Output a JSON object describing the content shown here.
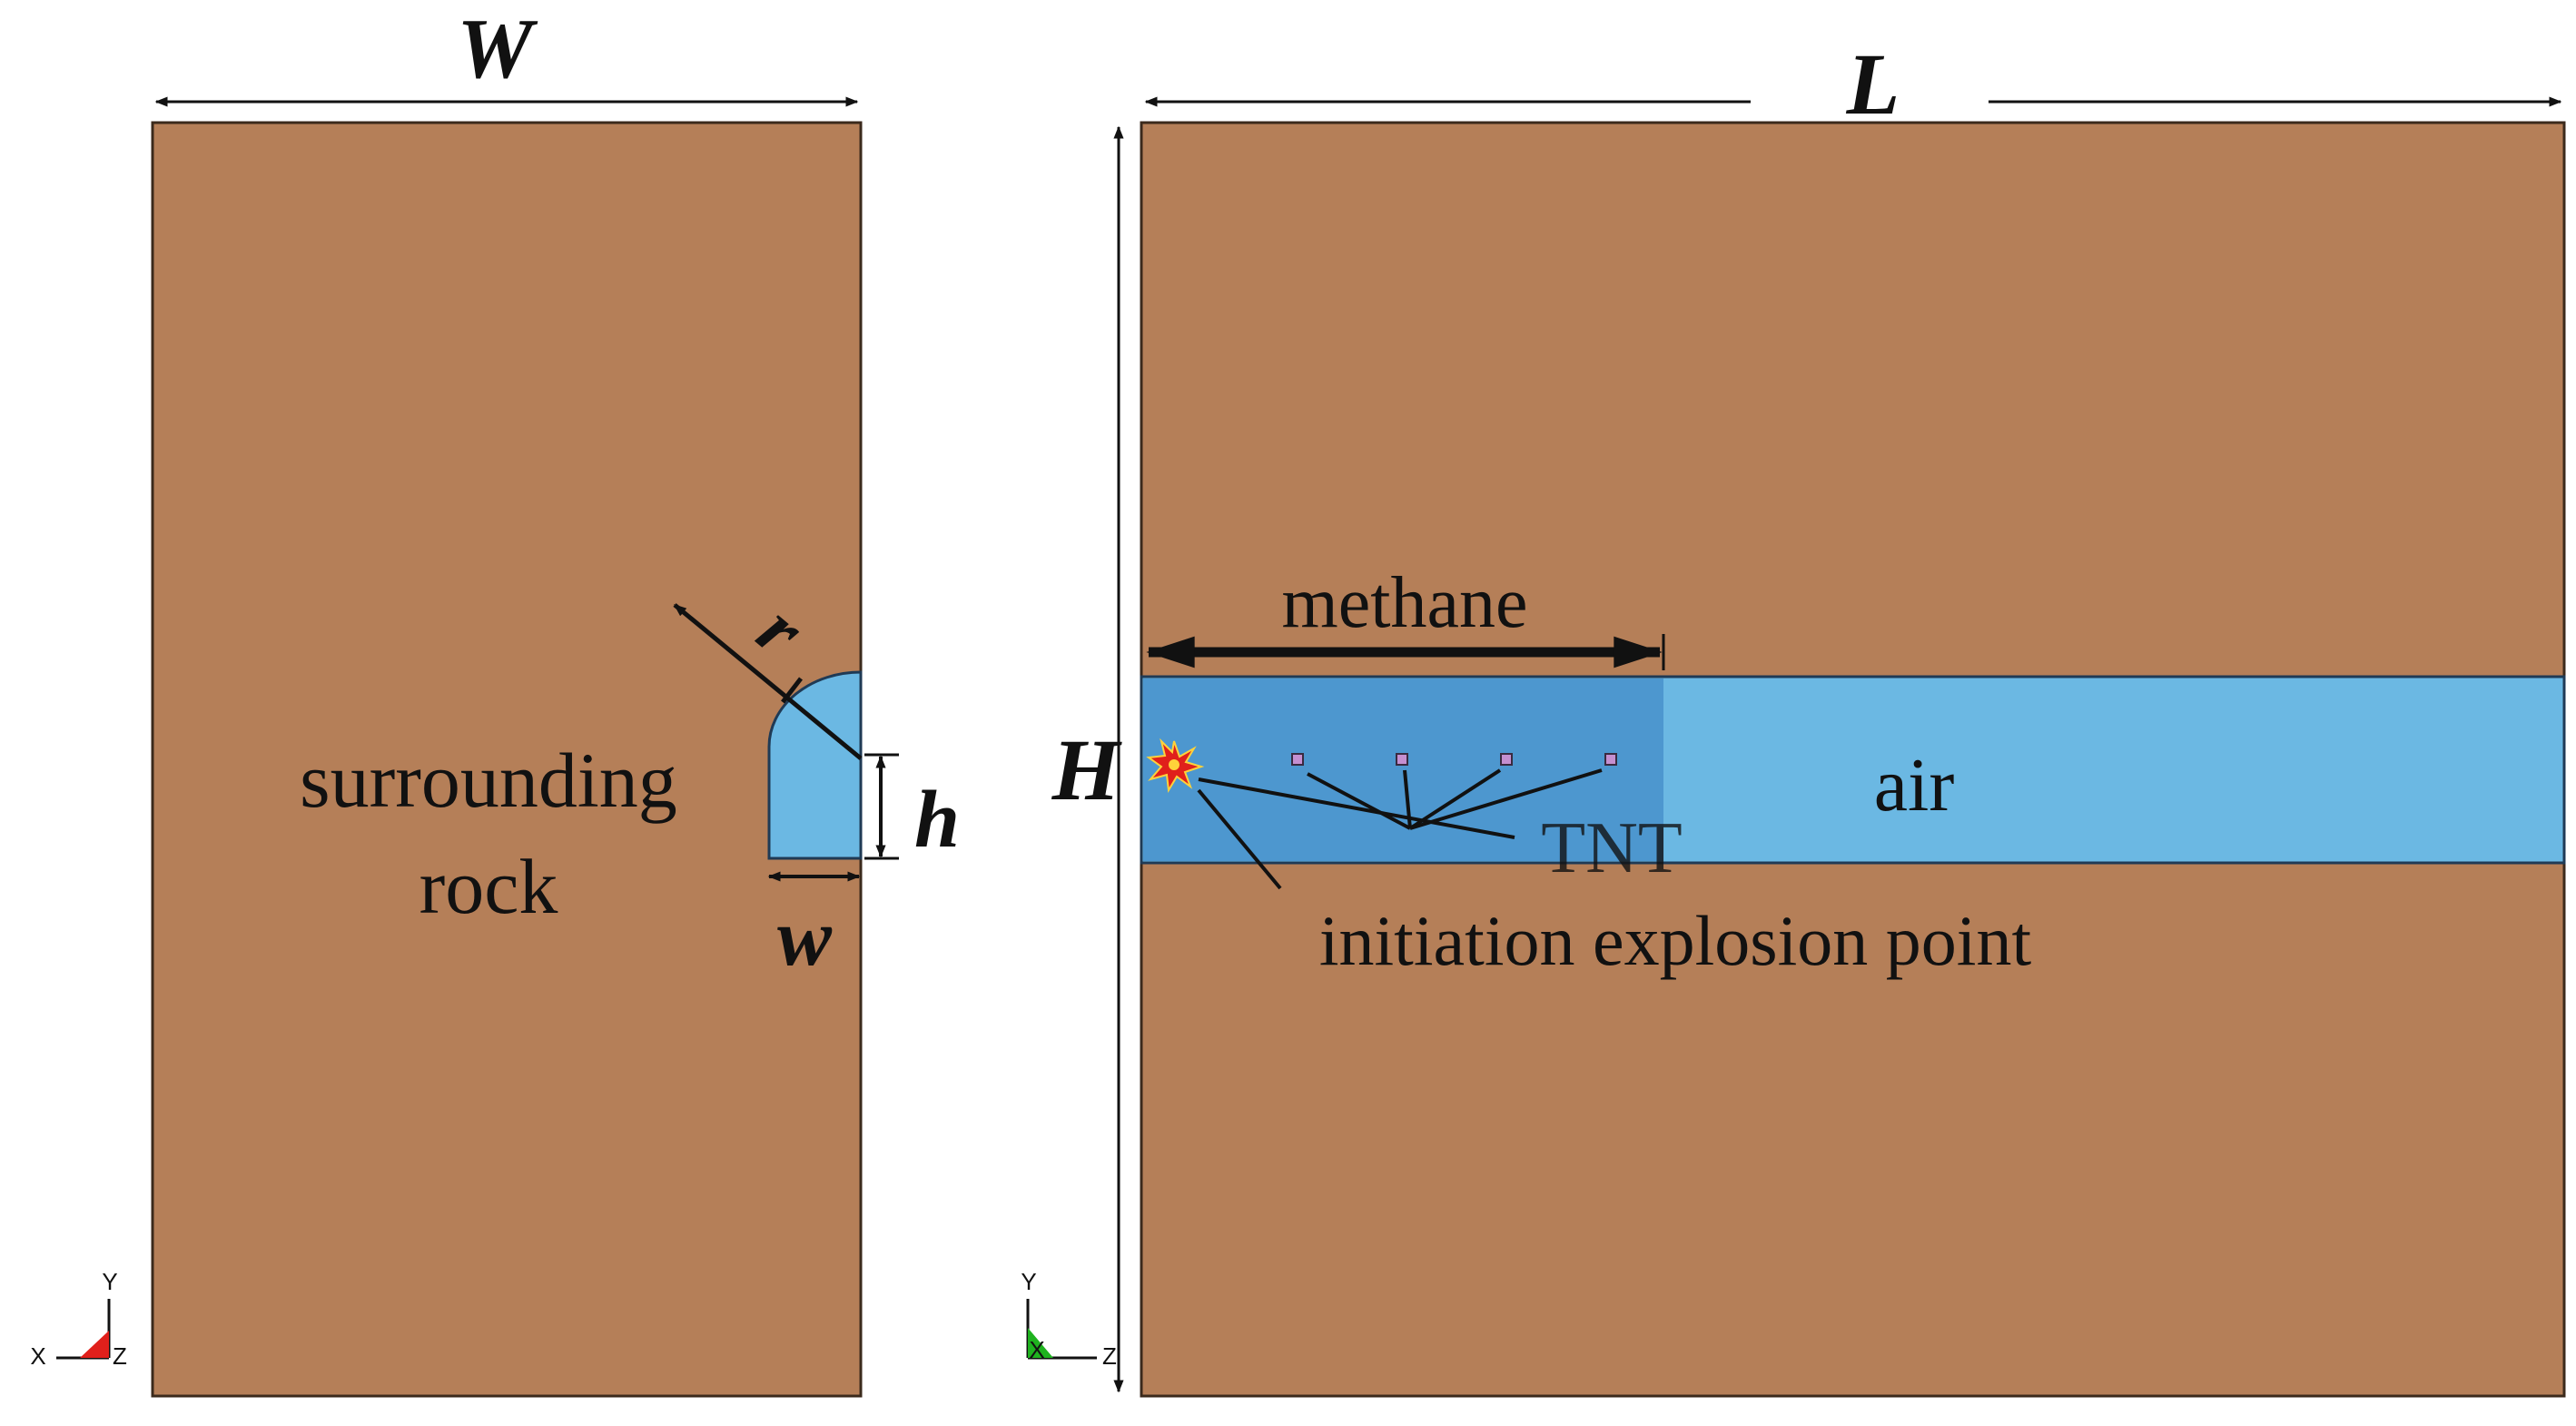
{
  "colors": {
    "rock": "#b57f58",
    "air": "#6bb8e3",
    "methane": "#4d97cf",
    "line": "#111111",
    "triad_left": "#e0201b",
    "triad_right": "#1fb21f"
  },
  "left_panel": {
    "width_label": "W",
    "radius_label": "r",
    "height_label": "h",
    "small_width_label": "w",
    "rock_label_line1": "surrounding",
    "rock_label_line2": "rock",
    "axes": {
      "y": "Y",
      "x": "X",
      "z": "Z"
    }
  },
  "right_panel": {
    "length_label": "L",
    "height_label": "H",
    "methane_label": "methane",
    "air_label": "air",
    "tnt_label": "TNT",
    "initiation_label": "initiation explosion point",
    "axes": {
      "y": "Y",
      "x": "X",
      "z": "Z"
    }
  },
  "icons": {
    "explosion": "explosion-icon",
    "tnt_markers": "tnt-charge-icon"
  }
}
